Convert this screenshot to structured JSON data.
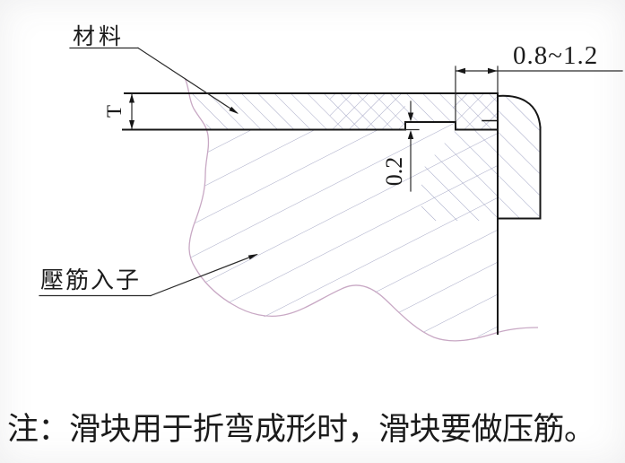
{
  "drawing": {
    "type": "cad-section-diagram",
    "labels": {
      "material": "材料",
      "rib_insert": "壓筋入子"
    },
    "dimensions": {
      "gap_width": "0.8~1.2",
      "rib_step": "0.2",
      "material_thickness": "T"
    },
    "note": "注：滑块用于折弯成形时，滑块要做压筋。",
    "colors": {
      "outline": "#161616",
      "dimension": "#2a2a2a",
      "hatch": "#a7a9c6",
      "hatch_slide": "#9ea2c2",
      "break_line": "#c8a8c4",
      "text": "#1b1b1b",
      "background": "#ffffff"
    }
  }
}
